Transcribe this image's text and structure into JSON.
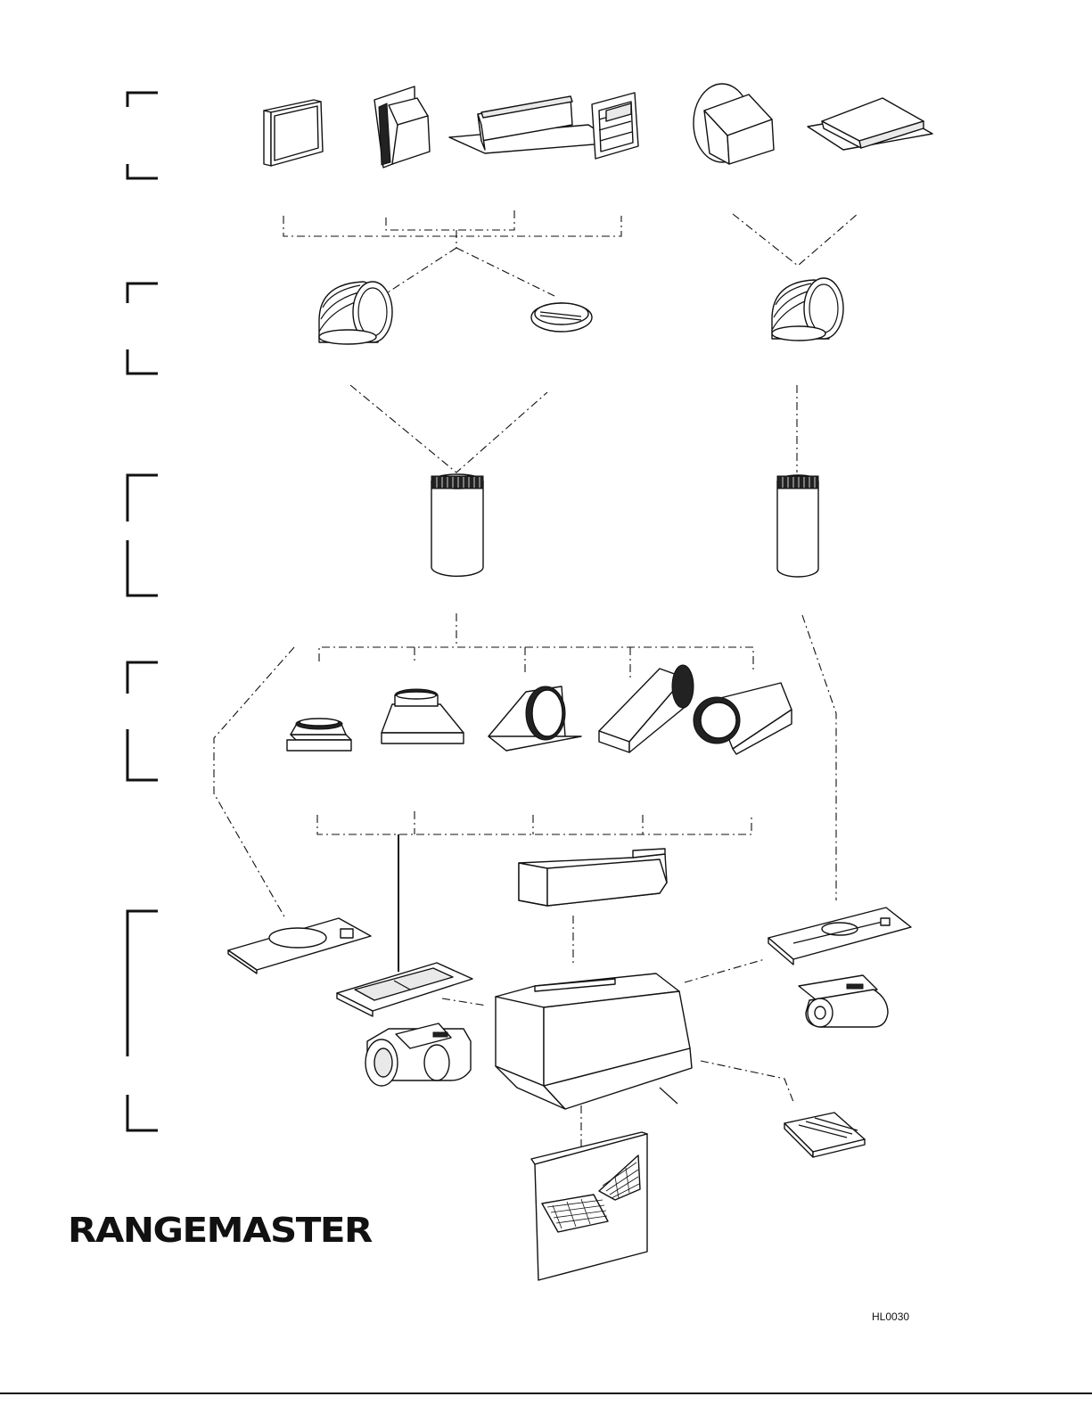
{
  "brand": {
    "name": "RANGEMASTER"
  },
  "document": {
    "code": "HL0030"
  },
  "parts": {
    "wall_caps": [
      "square-wall-cap",
      "hooded-wall-cap",
      "low-profile-wall-cap",
      "louvered-wall-cap",
      "round-hooded-wall-cap",
      "roof-cap"
    ],
    "elbows": [
      "adjustable-elbow-left",
      "damper-disc",
      "adjustable-elbow-right"
    ],
    "ducts": [
      "round-duct-left",
      "round-duct-right"
    ],
    "transitions": [
      "small-round-transition",
      "rectangular-to-round-transition",
      "side-round-transition",
      "long-tapered-transition",
      "tapered-round-transition"
    ],
    "hood_assembly": [
      "duct-cover",
      "range-hood-body",
      "damper-plate-left",
      "filter-plate",
      "twin-blower",
      "damper-plate-right",
      "single-blower",
      "grease-filter",
      "baffle-filter-panel"
    ]
  }
}
